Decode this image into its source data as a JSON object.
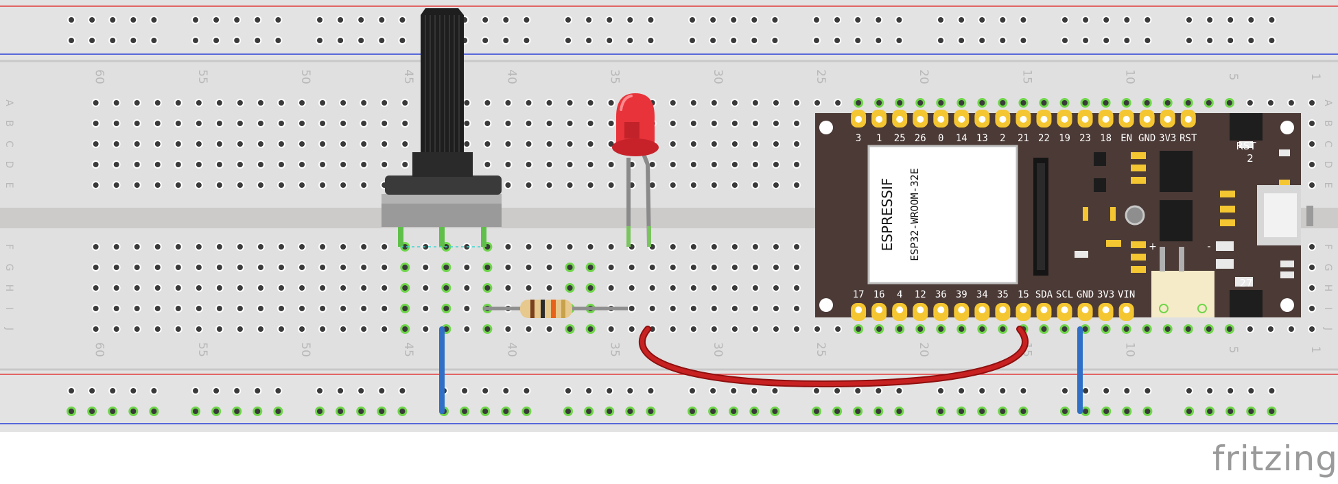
{
  "breadboard": {
    "column_numbers": [
      "60",
      "55",
      "50",
      "45",
      "40",
      "35",
      "30",
      "25",
      "20",
      "15",
      "10",
      "5",
      "1"
    ],
    "row_letters_top": [
      "A",
      "B",
      "C",
      "D",
      "E"
    ],
    "row_letters_bottom": [
      "F",
      "G",
      "H",
      "I",
      "J"
    ]
  },
  "esp32": {
    "module_brand": "ESPRESSIF",
    "module_model": "ESP32-WROOM-32E",
    "top_pins": [
      "3",
      "1",
      "25",
      "26",
      "0",
      "14",
      "13",
      "2",
      "21",
      "22",
      "19",
      "23",
      "18",
      "EN",
      "GND",
      "3V3",
      "RST"
    ],
    "bottom_pins": [
      "17",
      "16",
      "4",
      "12",
      "36",
      "39",
      "34",
      "35",
      "15",
      "SDA",
      "SCL",
      "GND",
      "3V3",
      "VIN"
    ],
    "rst_label": "RST",
    "io2_label": "2",
    "io27_label": "27",
    "plus_label": "+",
    "minus_label": "-"
  },
  "components": {
    "potentiometer": "potentiometer",
    "led": "red LED",
    "resistor": "resistor",
    "wire_red": "red jumper wire",
    "wire_blue": "blue jumper wire"
  },
  "colors": {
    "board": "#e1e1e1",
    "hole": "#3a3a3a",
    "hole_active": "#6fd64a",
    "rail_red": "#e23b3b",
    "rail_blue": "#2a3fd8",
    "esp_pcb": "#4b3a36",
    "pin_gold": "#f4c632",
    "wire_red": "#c21818",
    "wire_blue": "#2f6fc8",
    "led_red": "#e8333a"
  },
  "footer": {
    "brand": "fritzing"
  }
}
